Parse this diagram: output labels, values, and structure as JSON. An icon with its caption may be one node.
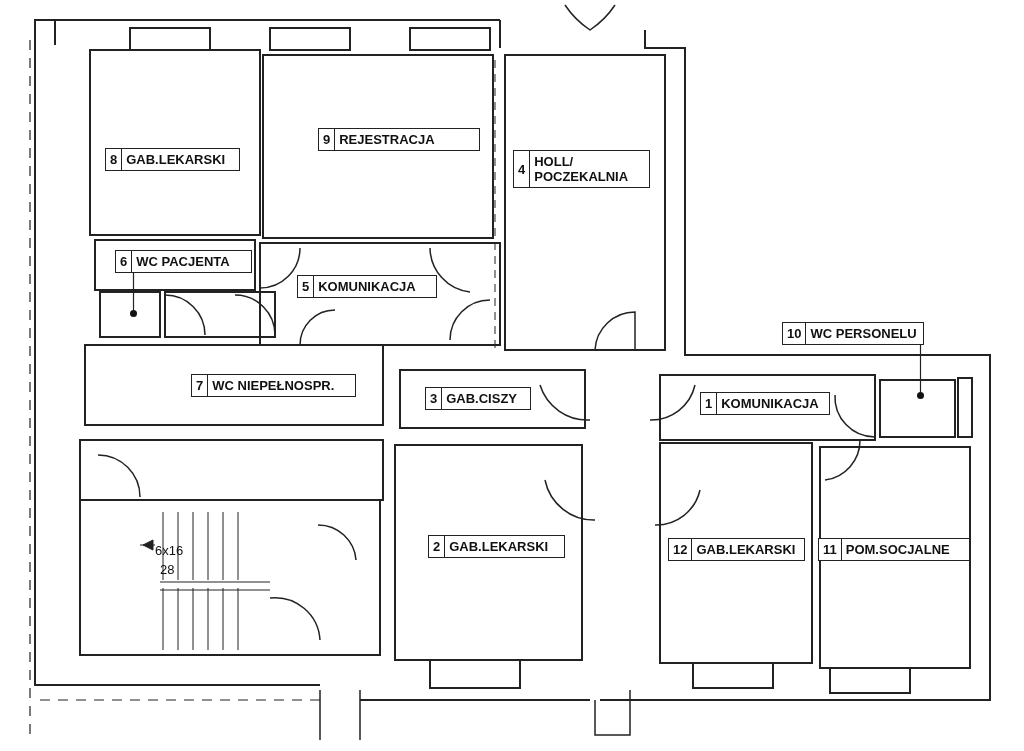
{
  "diagram": {
    "nodes": [
      {
        "text": [
          "9",
          "REJESTRACJA"
        ]
      },
      {
        "text": [
          "8",
          "GAB.LEKARSKI"
        ]
      },
      {
        "text": [
          "4",
          "HOLL/ POCZEKALNIA"
        ]
      },
      {
        "text": [
          "6",
          "WC PACJENTA"
        ]
      },
      {
        "text": [
          "5",
          "KOMUNIKACJA"
        ]
      },
      {
        "text": [
          "10",
          "WC PERSONELU"
        ]
      },
      {
        "text": [
          "7",
          "WC NIEPEŁNOSPR."
        ]
      },
      {
        "text": [
          "3",
          "GAB.CISZY"
        ]
      },
      {
        "text": [
          "1",
          "KOMUNIKACJA"
        ]
      },
      {
        "text": [
          "2",
          "GAB.LEKARSKI"
        ]
      },
      {
        "text": [
          "12",
          "GAB.LEKARSKI"
        ]
      },
      {
        "text": [
          "11",
          "POM.SOCJALNE"
        ]
      },
      {
        "text": [],
        "shape": "circle"
      },
      {
        "text": [],
        "shape": "circle"
      }
    ],
    "edges": [
      {
        "from": 3,
        "to": 12,
        "arrow": "none"
      },
      {
        "from": 5,
        "to": 13,
        "arrow": "none"
      }
    ],
    "labels": [
      "6x16",
      "28"
    ]
  }
}
